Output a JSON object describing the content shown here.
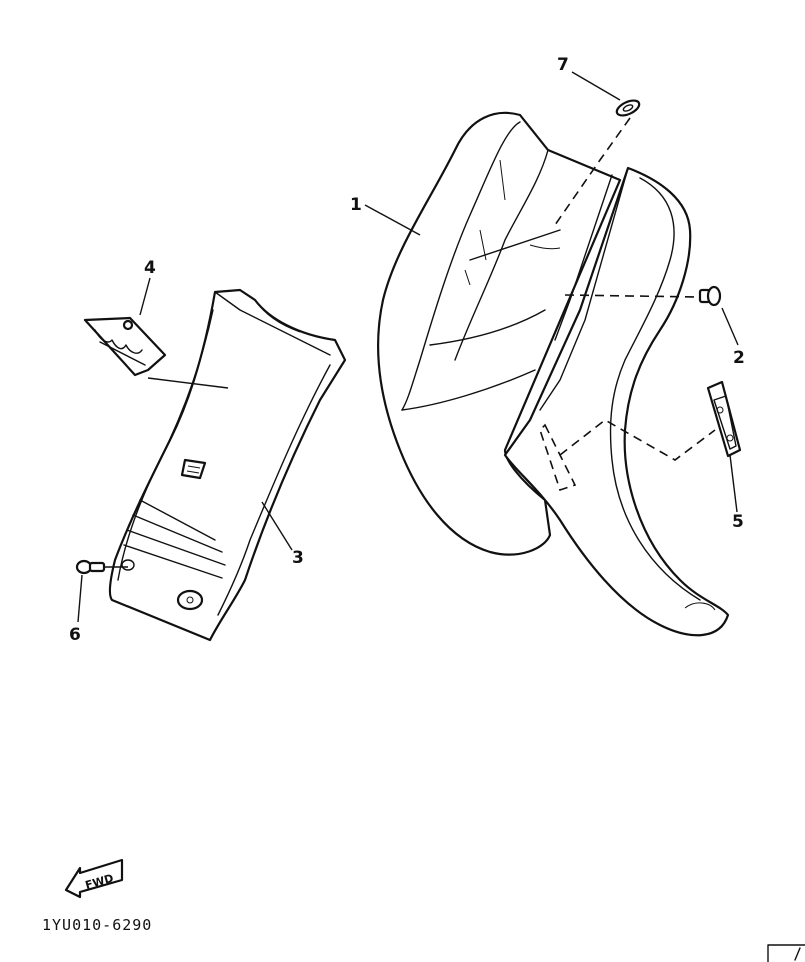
{
  "callouts": {
    "part_1": "1",
    "part_2": "2",
    "part_3": "3",
    "part_4": "4",
    "part_5": "5",
    "part_6": "6",
    "part_7": "7"
  },
  "fwd_label": "FWD",
  "drawing_code": "1YU010-6290"
}
